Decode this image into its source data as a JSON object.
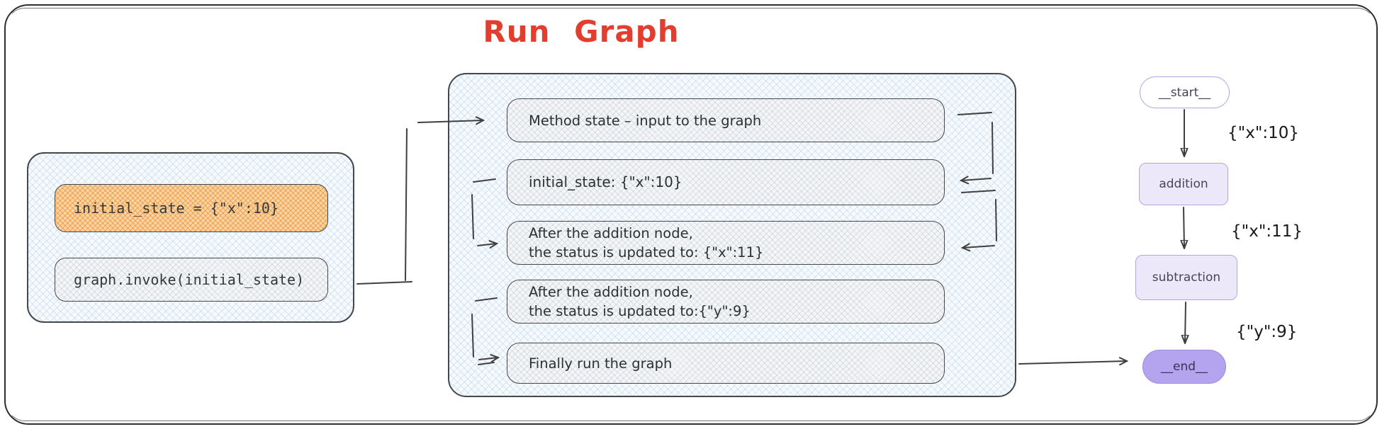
{
  "title": "Run Graph",
  "colors": {
    "title-red": "#e23d2e",
    "ink": "#2e2e2e",
    "stroke-dark": "#43484d",
    "blue-base": "#f6fafd",
    "blue-line": "#7da9d342",
    "gray-base": "#f3f5f7",
    "gray-line": "#8a93a03a",
    "orange-base": "#f9d6a4",
    "orange-line": "#e8872b7d",
    "node-fill": "#ece8fa",
    "node-border": "#b2a6dd",
    "node-text": "#4a4554",
    "end-fill": "#b4a3ee",
    "end-border": "#9d8bdf"
  },
  "left_panel": {
    "initial_state": "initial_state = {\"x\":10}",
    "invoke": "graph.invoke(initial_state)"
  },
  "trace_panel": {
    "steps": [
      {
        "lines": [
          "Method state – input to the graph"
        ]
      },
      {
        "lines": [
          "initial_state: {\"x\":10}"
        ]
      },
      {
        "lines": [
          "After the addition node,",
          "the status is updated to: {\"x\":11}"
        ]
      },
      {
        "lines": [
          "After the addition node,",
          "the status is updated to:{\"y\":9}"
        ]
      },
      {
        "lines": [
          "Finally run the graph"
        ]
      }
    ]
  },
  "graph_panel": {
    "nodes": {
      "start": "__start__",
      "addition": "addition",
      "subtraction": "subtraction",
      "end": "__end__"
    },
    "edge_labels": [
      "{\"x\":10}",
      "{\"x\":11}",
      "{\"y\":9}"
    ]
  }
}
